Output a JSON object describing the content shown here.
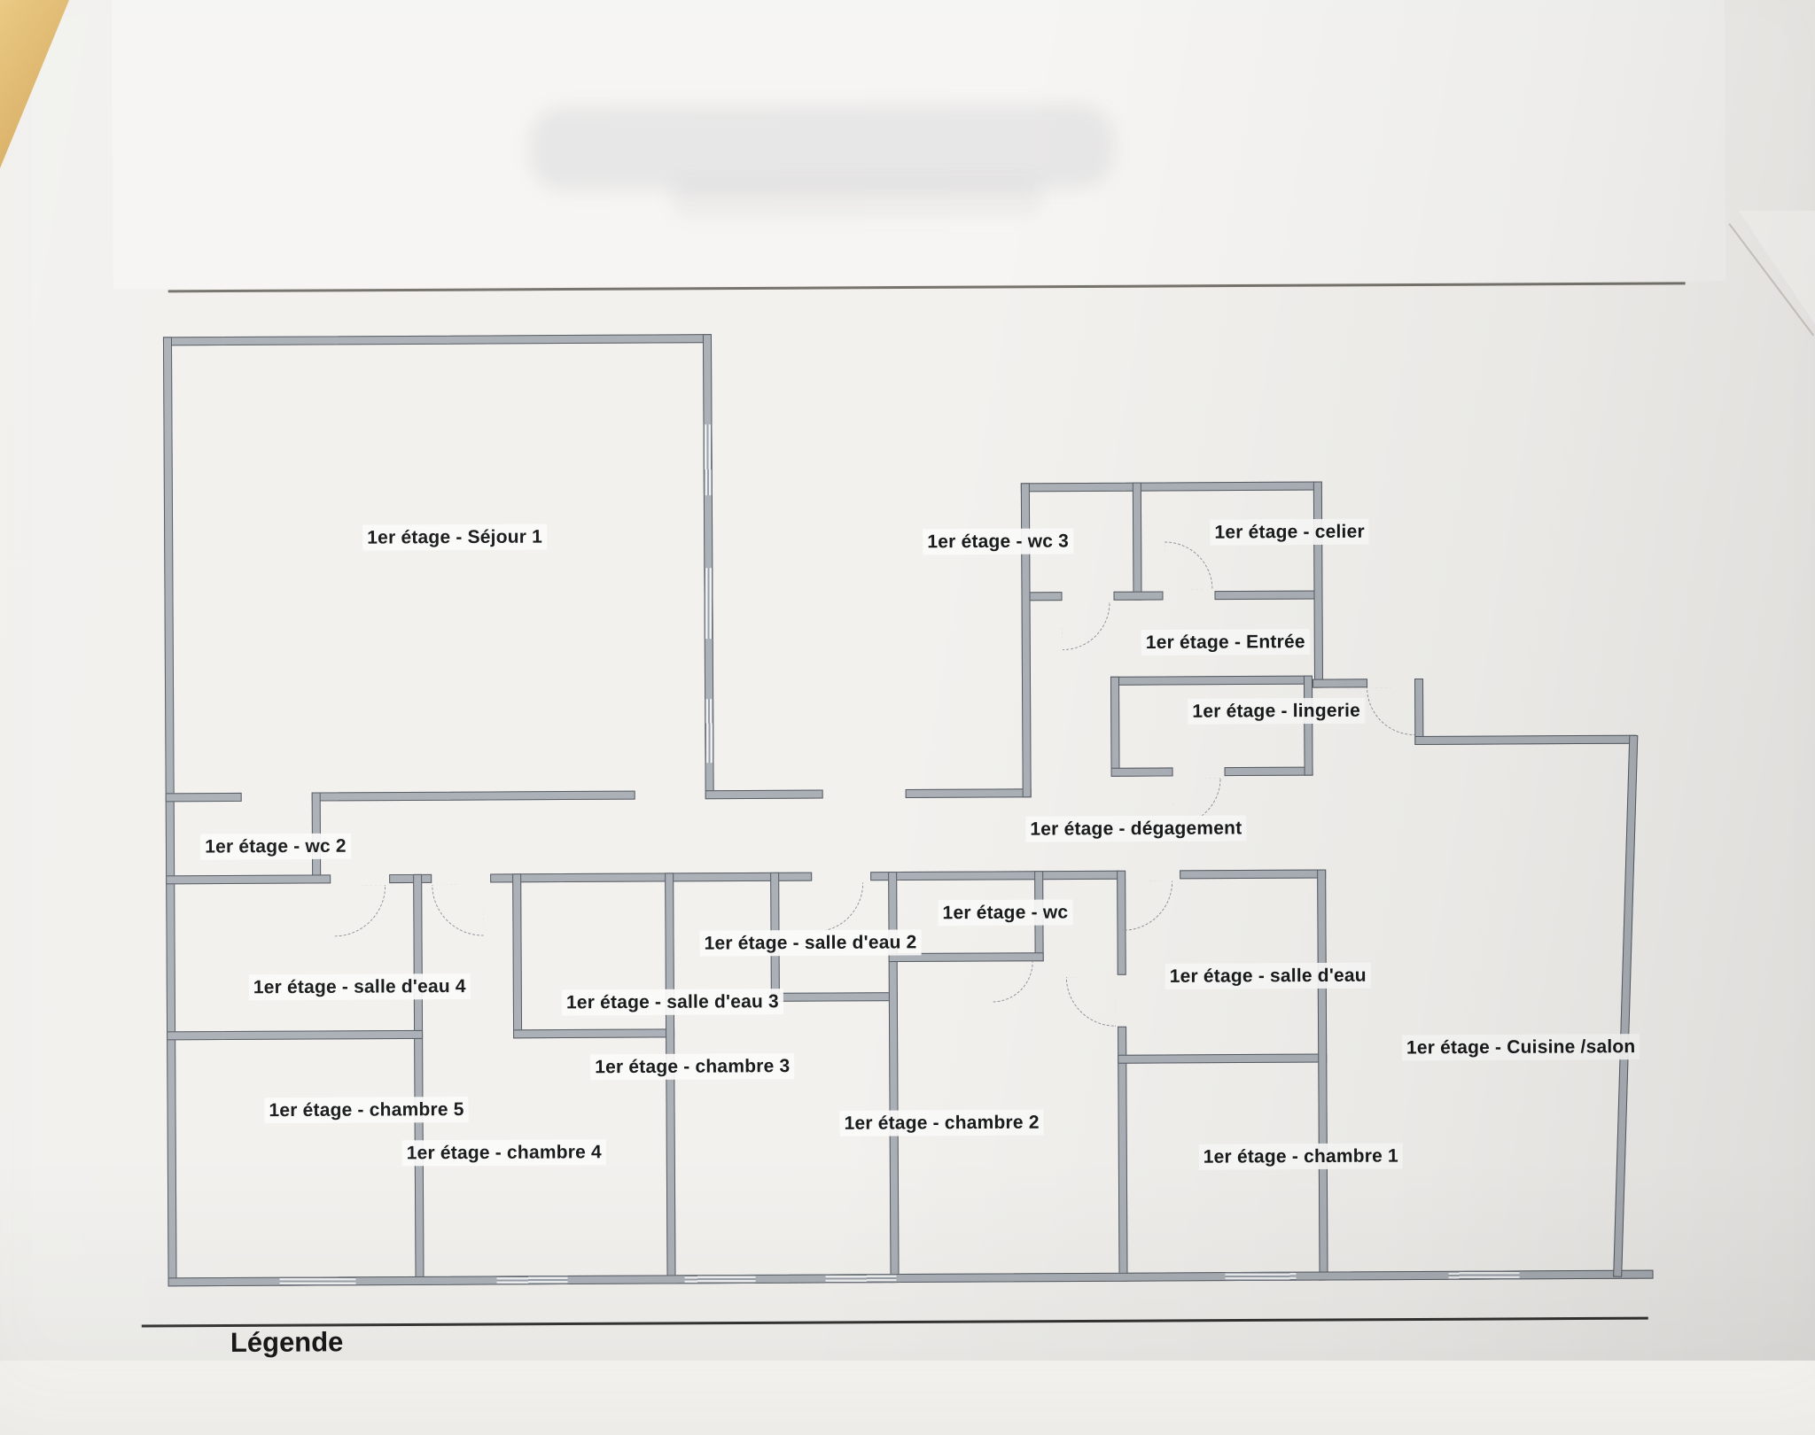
{
  "document": {
    "legend_title": "Légende",
    "floor_name": "1er étage"
  },
  "floor_plan": {
    "rooms": [
      {
        "id": "sejour-1",
        "label": "1er étage - Séjour 1"
      },
      {
        "id": "wc-3",
        "label": "1er étage - wc 3"
      },
      {
        "id": "celier",
        "label": "1er étage - celier"
      },
      {
        "id": "entree",
        "label": "1er étage - Entrée"
      },
      {
        "id": "lingerie",
        "label": "1er étage - lingerie"
      },
      {
        "id": "degagement",
        "label": "1er étage - dégagement"
      },
      {
        "id": "wc-2",
        "label": "1er étage - wc 2"
      },
      {
        "id": "salle-deau-4",
        "label": "1er étage - salle d'eau 4"
      },
      {
        "id": "salle-deau-2",
        "label": "1er étage - salle d'eau 2"
      },
      {
        "id": "salle-deau-3",
        "label": "1er étage - salle d'eau 3"
      },
      {
        "id": "wc",
        "label": "1er étage - wc"
      },
      {
        "id": "salle-deau",
        "label": "1er étage - salle d'eau"
      },
      {
        "id": "chambre-3",
        "label": "1er étage - chambre 3"
      },
      {
        "id": "chambre-5",
        "label": "1er étage - chambre 5"
      },
      {
        "id": "chambre-4",
        "label": "1er étage - chambre 4"
      },
      {
        "id": "chambre-2",
        "label": "1er étage - chambre 2"
      },
      {
        "id": "chambre-1",
        "label": "1er étage - chambre 1"
      },
      {
        "id": "cuisine-salon",
        "label": "1er étage - Cuisine /salon"
      }
    ],
    "wall_color": "#abb0b7",
    "wall_edge_color": "#565b63"
  }
}
